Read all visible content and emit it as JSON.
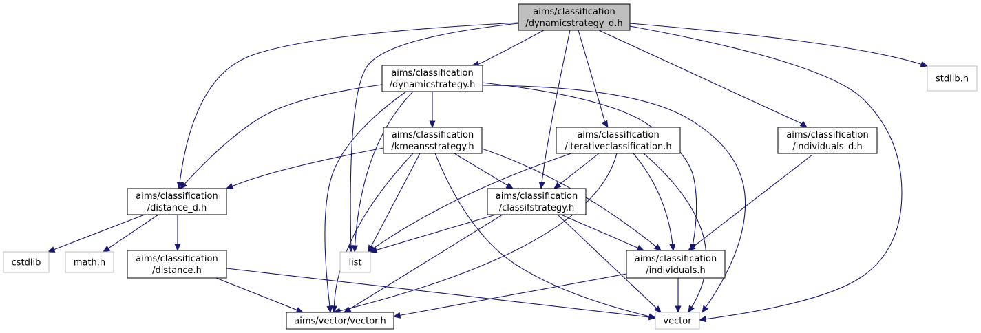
{
  "nodes": {
    "root": {
      "lines": [
        "aims/classification",
        "/dynamicstrategy_d.h"
      ],
      "kind": "root"
    },
    "dynstrat": {
      "lines": [
        "aims/classification",
        "/dynamicstrategy.h"
      ],
      "kind": "local"
    },
    "kmeans": {
      "lines": [
        "aims/classification",
        "/kmeansstrategy.h"
      ],
      "kind": "local"
    },
    "iterative": {
      "lines": [
        "aims/classification",
        "/iterativeclassification.h"
      ],
      "kind": "local"
    },
    "individuals_d": {
      "lines": [
        "aims/classification",
        "/individuals_d.h"
      ],
      "kind": "local"
    },
    "stdlib": {
      "lines": [
        "stdlib.h"
      ],
      "kind": "external"
    },
    "distance_d": {
      "lines": [
        "aims/classification",
        "/distance_d.h"
      ],
      "kind": "local"
    },
    "classifstrat": {
      "lines": [
        "aims/classification",
        "/classifstrategy.h"
      ],
      "kind": "local"
    },
    "cstdlib": {
      "lines": [
        "cstdlib"
      ],
      "kind": "external"
    },
    "math": {
      "lines": [
        "math.h"
      ],
      "kind": "external"
    },
    "distance": {
      "lines": [
        "aims/classification",
        "/distance.h"
      ],
      "kind": "local"
    },
    "list": {
      "lines": [
        "list"
      ],
      "kind": "external"
    },
    "individuals": {
      "lines": [
        "aims/classification",
        "/individuals.h"
      ],
      "kind": "local"
    },
    "vectorh": {
      "lines": [
        "aims/vector/vector.h"
      ],
      "kind": "local"
    },
    "vector": {
      "lines": [
        "vector"
      ],
      "kind": "external"
    }
  },
  "edges": [
    [
      "root",
      "dynstrat"
    ],
    [
      "root",
      "list"
    ],
    [
      "root",
      "distance_d"
    ],
    [
      "root",
      "classifstrat"
    ],
    [
      "root",
      "iterative"
    ],
    [
      "root",
      "individuals_d"
    ],
    [
      "root",
      "stdlib"
    ],
    [
      "root",
      "vector"
    ],
    [
      "dynstrat",
      "kmeans"
    ],
    [
      "dynstrat",
      "distance_d"
    ],
    [
      "dynstrat",
      "list"
    ],
    [
      "dynstrat",
      "vectorh"
    ],
    [
      "dynstrat",
      "individuals"
    ],
    [
      "dynstrat",
      "vector"
    ],
    [
      "kmeans",
      "distance_d"
    ],
    [
      "kmeans",
      "classifstrat"
    ],
    [
      "kmeans",
      "list"
    ],
    [
      "kmeans",
      "vectorh"
    ],
    [
      "kmeans",
      "individuals"
    ],
    [
      "kmeans",
      "vector"
    ],
    [
      "iterative",
      "classifstrat"
    ],
    [
      "iterative",
      "list"
    ],
    [
      "iterative",
      "vectorh"
    ],
    [
      "iterative",
      "individuals"
    ],
    [
      "iterative",
      "vector"
    ],
    [
      "individuals_d",
      "individuals"
    ],
    [
      "distance_d",
      "cstdlib"
    ],
    [
      "distance_d",
      "math"
    ],
    [
      "distance_d",
      "distance"
    ],
    [
      "classifstrat",
      "list"
    ],
    [
      "classifstrat",
      "vectorh"
    ],
    [
      "classifstrat",
      "individuals"
    ],
    [
      "classifstrat",
      "vector"
    ],
    [
      "distance",
      "vectorh"
    ],
    [
      "distance",
      "vector"
    ],
    [
      "individuals",
      "vectorh"
    ],
    [
      "individuals",
      "vector"
    ]
  ],
  "colors": {
    "edge": "#191970",
    "root_fill": "#bfbfbf",
    "external_border": "#bfbfbf",
    "box_border": "#000000"
  }
}
